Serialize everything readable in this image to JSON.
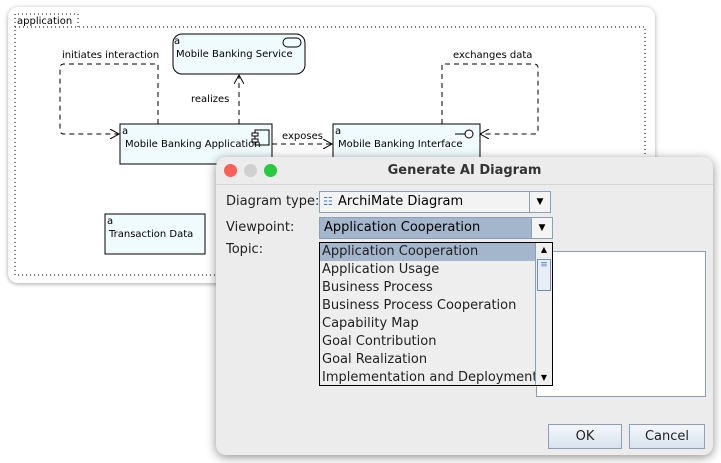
{
  "diagram": {
    "group": "application",
    "elements": [
      {
        "glyph": "a",
        "name": "Mobile Banking Service"
      },
      {
        "glyph": "a",
        "name": "Mobile Banking Application"
      },
      {
        "glyph": "a",
        "name": "Mobile Banking Interface"
      },
      {
        "glyph": "a",
        "name": "Transaction Data"
      }
    ],
    "relations": [
      "initiates interaction",
      "realizes",
      "exposes",
      "exchanges data"
    ],
    "fill": "#effbfc"
  },
  "dialog": {
    "title": "Generate AI Diagram",
    "diagram_type_label": "Diagram type:",
    "diagram_type_value": "ArchiMate Diagram",
    "viewpoint_label": "Viewpoint:",
    "viewpoint_value": "Application Cooperation",
    "topic_label": "Topic:",
    "viewpoint_options": [
      "Application Cooperation",
      "Application Usage",
      "Business Process",
      "Business Process Cooperation",
      "Capability Map",
      "Goal Contribution",
      "Goal Realization",
      "Implementation and Deployment"
    ],
    "ok": "OK",
    "cancel": "Cancel",
    "traffic": {
      "close": "#fe5f57",
      "min": "#d0d0d0",
      "max": "#28c840"
    }
  }
}
